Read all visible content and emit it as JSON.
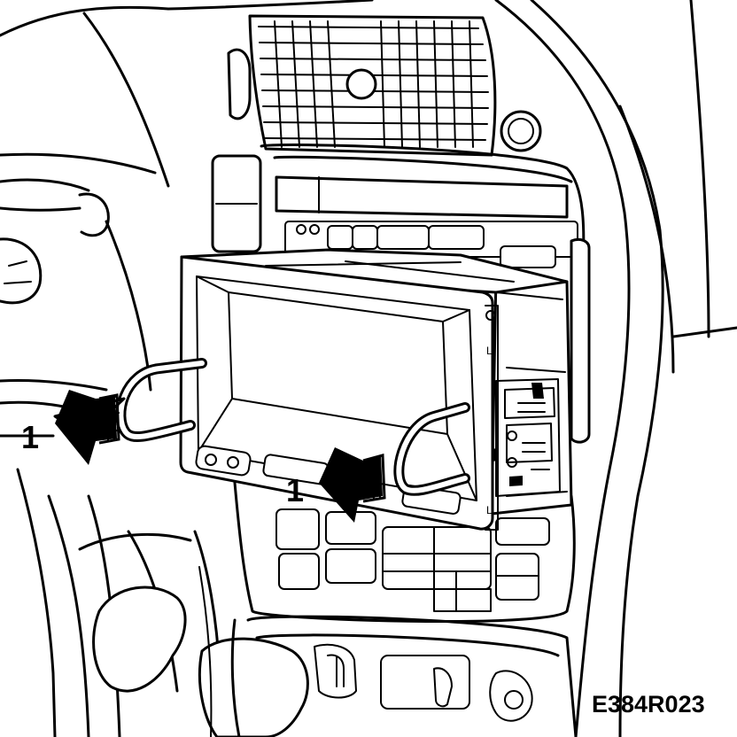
{
  "figure_id": "E384R023",
  "callouts": {
    "left": "1",
    "right": "1"
  },
  "side_markings": [
    "L",
    "L"
  ],
  "colors": {
    "ink": "#000000",
    "paper": "#ffffff"
  }
}
